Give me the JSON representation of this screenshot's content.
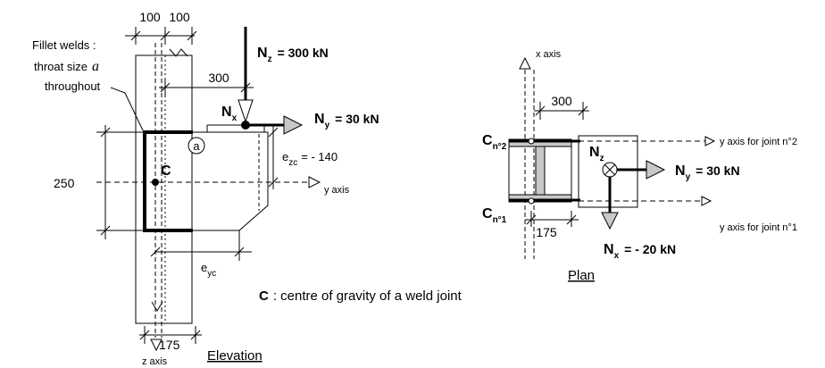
{
  "elevation": {
    "title": "Elevation",
    "dims": {
      "top_left": "100",
      "top_right": "100",
      "arm": "300",
      "height": "250",
      "bottom": "175"
    },
    "weld_note": {
      "line1": "Fillet welds :",
      "line2": "throat size",
      "var": "a",
      "line3": "throughout"
    },
    "weld_tag": "a",
    "cog_label": "C",
    "nz": {
      "main": "N",
      "sub": "z",
      "value": "= 300 kN"
    },
    "nx": {
      "main": "N",
      "sub": "x"
    },
    "ny": {
      "main": "N",
      "sub": "y",
      "value": "= 30 kN"
    },
    "ezc": {
      "main": "e",
      "sub": "zc",
      "value": "= - 140"
    },
    "eyc": {
      "main": "e",
      "sub": "yc"
    },
    "y_axis": "y axis",
    "z_axis": "z axis"
  },
  "plan": {
    "title": "Plan",
    "x_axis": "x axis",
    "dims": {
      "top": "300",
      "bottom": "175"
    },
    "c2": {
      "main": "C",
      "sub": "n°2"
    },
    "c1": {
      "main": "C",
      "sub": "n°1"
    },
    "nz": {
      "main": "N",
      "sub": "z"
    },
    "ny": {
      "main": "N",
      "sub": "y",
      "value": "= 30 kN"
    },
    "nx": {
      "main": "N",
      "sub": "x",
      "value": "= - 20 kN"
    },
    "y_axis_j2": "y axis for joint n°2",
    "y_axis_j1": "y axis for joint n°1"
  },
  "legend": {
    "symbol": "C",
    "text": ": centre of gravity of a weld joint"
  }
}
